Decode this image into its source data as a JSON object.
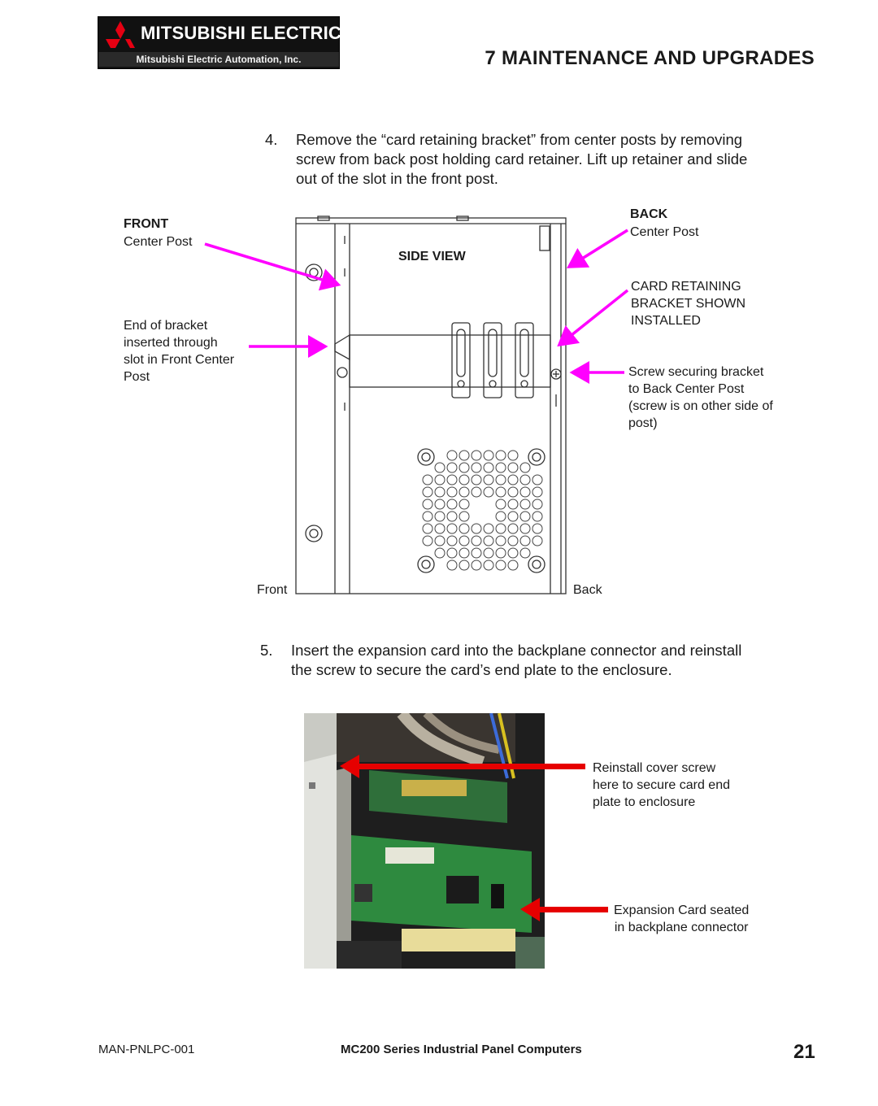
{
  "header": {
    "logo_brand": "MITSUBISHI ELECTRIC",
    "logo_sub": "Mitsubishi Electric Automation, Inc.",
    "section_title": "7  MAINTENANCE AND UPGRADES"
  },
  "step4": {
    "number": "4.",
    "lines": [
      "Remove the “card retaining bracket” from center posts by removing",
      "screw from back post holding card retainer. Lift up retainer and slide",
      "out of the slot in the front post."
    ]
  },
  "side_view": {
    "title": "SIDE VIEW",
    "front_heading": "FRONT",
    "front_center_post": "Center Post",
    "bracket_end_lines": [
      "End of bracket",
      "inserted through",
      "slot in Front Center",
      "Post"
    ],
    "back_heading": "BACK",
    "back_center_post": "Center Post",
    "retaining_lines": [
      "CARD RETAINING",
      "BRACKET SHOWN",
      "INSTALLED"
    ],
    "screw_lines": [
      "Screw securing bracket",
      "to Back Center Post",
      "(screw is on other side of",
      "post)"
    ],
    "front_label": "Front",
    "back_label": "Back",
    "arrow_color": "#ff00ff"
  },
  "step5": {
    "number": "5.",
    "lines": [
      "Insert the expansion card into the backplane connector and reinstall",
      "the screw to secure the card’s end plate to the enclosure."
    ]
  },
  "photo": {
    "cover_screw_lines": [
      "Reinstall cover screw",
      "here to secure card end",
      "plate to enclosure"
    ],
    "expansion_lines": [
      "Expansion Card seated",
      "in backplane connector"
    ],
    "arrow_color": "#e60000"
  },
  "footer": {
    "doc_id": "MAN-PNLPC-001",
    "product": "MC200 Series Industrial Panel Computers",
    "page_number": "21"
  }
}
